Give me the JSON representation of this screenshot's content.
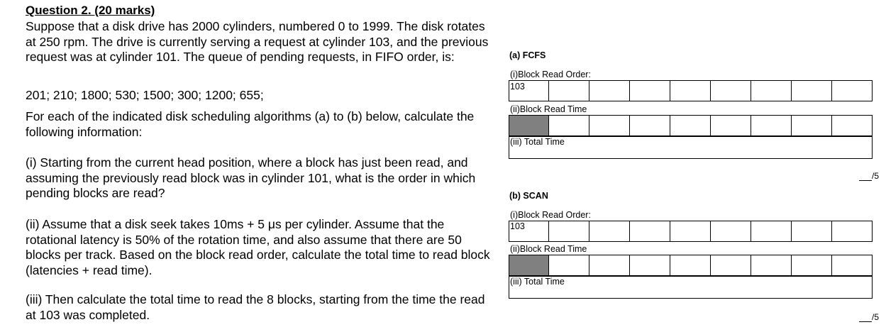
{
  "question": {
    "title": "Question 2. (20 marks)",
    "intro": "Suppose that a disk drive has 2000 cylinders, numbered 0 to 1999. The disk rotates at 250 rpm. The drive is currently serving a request at cylinder 103, and the previous request was at cylinder 101. The queue of pending requests, in FIFO order, is:",
    "queue": "201; 210; 1800; 530; 1500; 300; 1200; 655;",
    "instructions": "For each of the indicated disk scheduling algorithms (a) to (b) below, calculate the following information:",
    "part_i": "(i) Starting from the current head position, where a block has just been read, and assuming the previously read block was in cylinder 101, what is the order in which pending blocks are read?",
    "part_ii": "(ii) Assume that a disk seek takes 10ms + 5 μs per cylinder. Assume that the rotational latency is 50% of the rotation time, and also assume that there are 50 blocks per track. Based on the block read order, calculate the total time to read block (latencies + read time).",
    "part_iii": "(iii) Then calculate the total time to read the 8 blocks, starting from the time the read at 103 was completed."
  },
  "sections": [
    {
      "title": "(a) FCFS",
      "block_read_label": "(i)Block Read Order:",
      "first_value": "103",
      "block_time_label": "(ii)Block Read Time",
      "total_time_label": "(iii) Total Time",
      "marks": "/5"
    },
    {
      "title": "(b) SCAN",
      "block_read_label": "(i)Block Read Order:",
      "first_value": "103",
      "block_time_label": "(ii)Block Read Time",
      "total_time_label": "(iii) Total Time",
      "marks": "/5"
    }
  ]
}
